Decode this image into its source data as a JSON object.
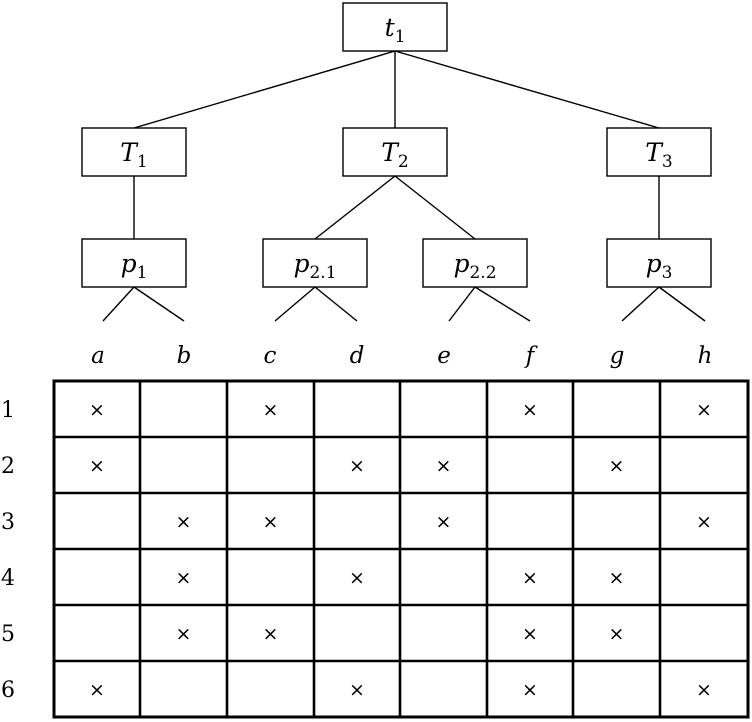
{
  "tree": {
    "root": {
      "id": "t1",
      "base": "t",
      "sub": "1"
    },
    "tests": [
      {
        "id": "T1",
        "base": "T",
        "sub": "1"
      },
      {
        "id": "T2",
        "base": "T",
        "sub": "2"
      },
      {
        "id": "T3",
        "base": "T",
        "sub": "3"
      }
    ],
    "procedures": [
      {
        "id": "p1",
        "base": "p",
        "sub": "1",
        "parent": "T1"
      },
      {
        "id": "p2.1",
        "base": "p",
        "sub": "2.1",
        "parent": "T2"
      },
      {
        "id": "p2.2",
        "base": "p",
        "sub": "2.2",
        "parent": "T2"
      },
      {
        "id": "p3",
        "base": "p",
        "sub": "3",
        "parent": "T3"
      }
    ],
    "leaves": [
      "a",
      "b",
      "c",
      "d",
      "e",
      "f",
      "g",
      "h"
    ]
  },
  "table": {
    "columns": [
      "a",
      "b",
      "c",
      "d",
      "e",
      "f",
      "g",
      "h"
    ],
    "rows": [
      {
        "label": "1",
        "marks": [
          "a",
          "c",
          "f",
          "h"
        ]
      },
      {
        "label": "2",
        "marks": [
          "a",
          "d",
          "e",
          "g"
        ]
      },
      {
        "label": "3",
        "marks": [
          "b",
          "c",
          "e",
          "h"
        ]
      },
      {
        "label": "4",
        "marks": [
          "b",
          "d",
          "f",
          "g"
        ]
      },
      {
        "label": "5",
        "marks": [
          "b",
          "c",
          "f",
          "g"
        ]
      },
      {
        "label": "6",
        "marks": [
          "a",
          "d",
          "f",
          "h"
        ]
      }
    ],
    "mark_symbol": "×"
  }
}
